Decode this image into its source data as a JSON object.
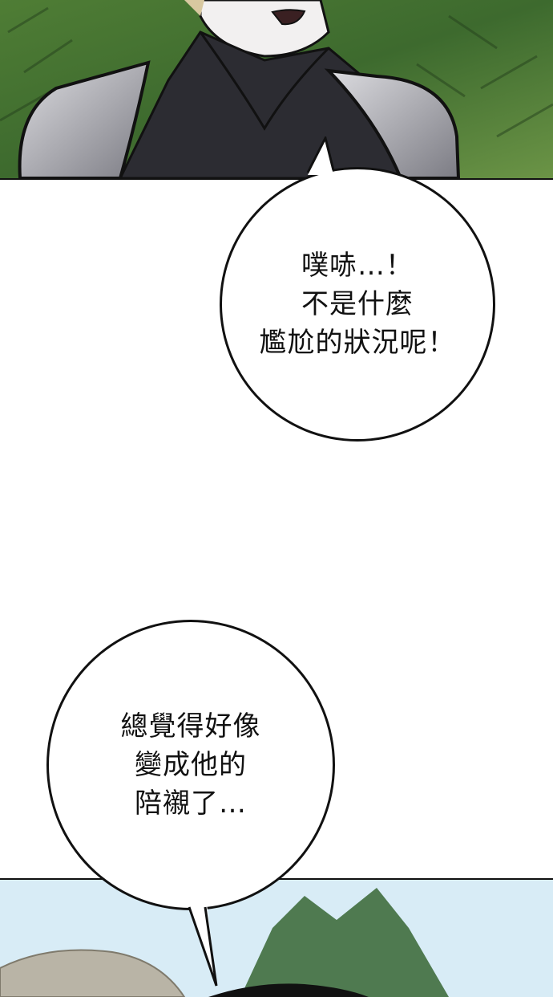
{
  "bubbles": [
    {
      "lines": [
        "噗哧…！",
        "不是什麼",
        "尷尬的狀況呢！"
      ]
    },
    {
      "lines": [
        "總覺得好像",
        "變成他的",
        "陪襯了…"
      ]
    }
  ],
  "colors": {
    "ink": "#111111",
    "paper": "#ffffff",
    "forest_dark": "#2f5a2a",
    "forest_light": "#6f9a48",
    "armor": "#b8b8bc",
    "tunic": "#2c2c32",
    "sky": "#d8ecf6"
  }
}
